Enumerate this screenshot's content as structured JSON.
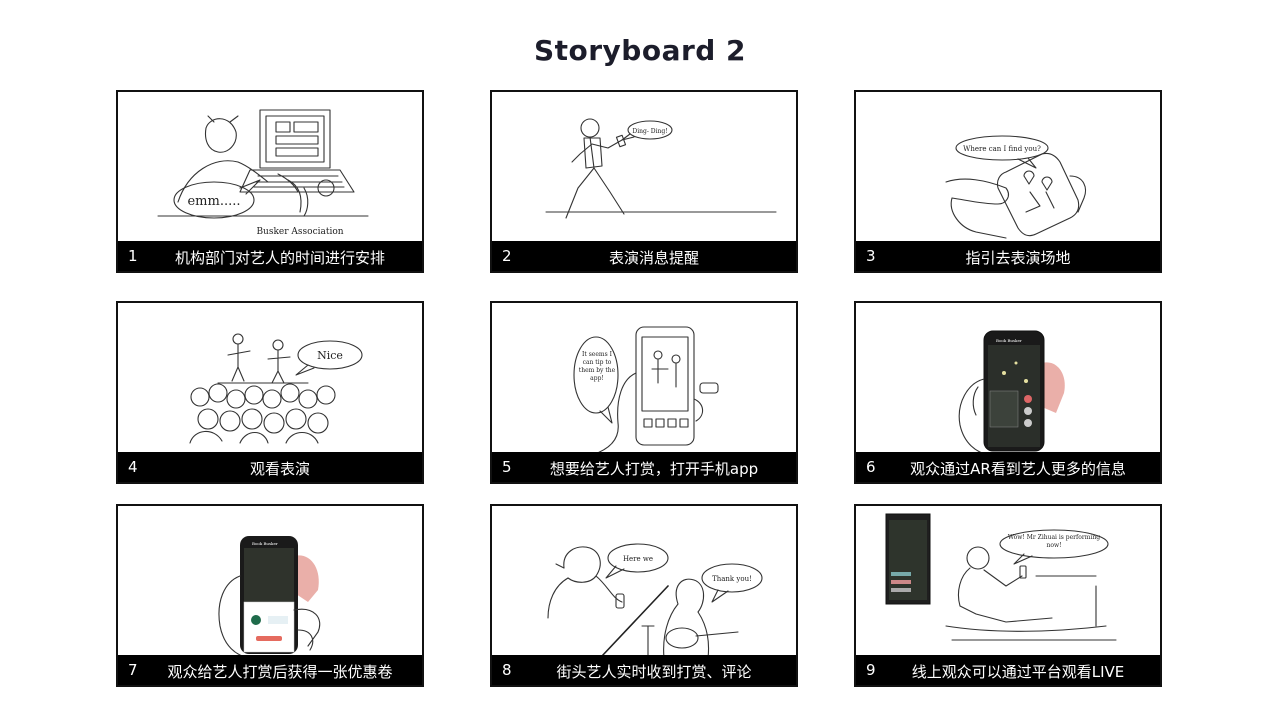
{
  "title": "Storyboard 2",
  "panels": [
    {
      "num": "1",
      "caption": "机构部门对艺人的时间进行安排",
      "bubble": "emm.....",
      "label": "Busker Association"
    },
    {
      "num": "2",
      "caption": "表演消息提醒",
      "bubble": "Ding- Ding!"
    },
    {
      "num": "3",
      "caption": "指引去表演场地",
      "bubble": "Where can I find you?"
    },
    {
      "num": "4",
      "caption": "观看表演",
      "bubble": "Nice"
    },
    {
      "num": "5",
      "caption": "想要给艺人打赏，打开手机app",
      "bubble": "It seems I can tip to them by the app!"
    },
    {
      "num": "6",
      "caption": "观众通过AR看到艺人更多的信息",
      "app_title": "Book Busker"
    },
    {
      "num": "7",
      "caption": "观众给艺人打赏后获得一张优惠卷",
      "app_title": "Book Busker"
    },
    {
      "num": "8",
      "caption": "街头艺人实时收到打赏、评论",
      "bubble": "Here we",
      "bubble2": "Thank you!"
    },
    {
      "num": "9",
      "caption": "线上观众可以通过平台观看LIVE",
      "bubble": "Wow! Mr Zihuai is performing now!"
    }
  ],
  "colors": {
    "caption_bg": "#000000",
    "caption_text": "#ffffff",
    "title": "#1c1d2b",
    "accent": "#e8a6a0"
  }
}
